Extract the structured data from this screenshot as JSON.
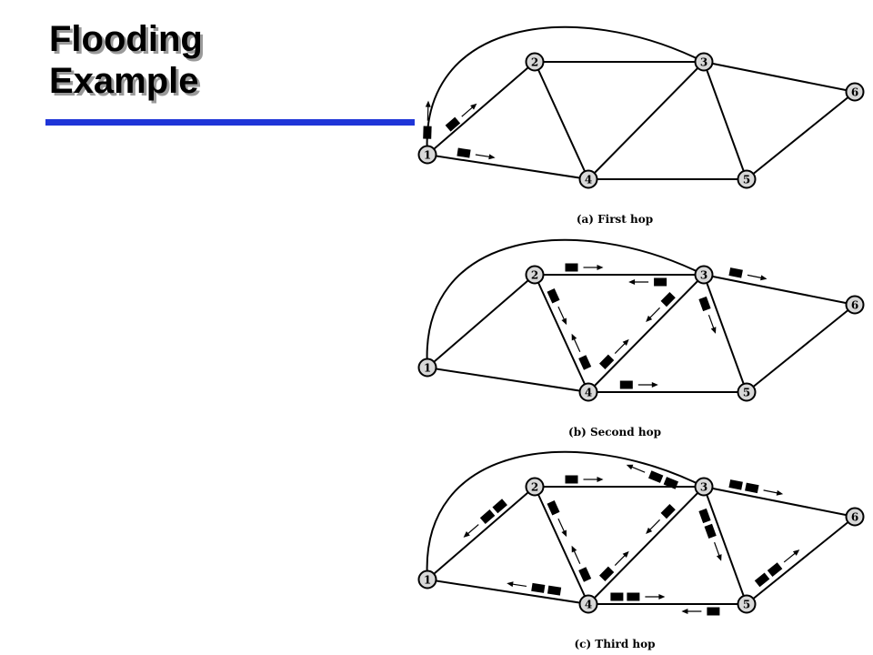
{
  "slide": {
    "title_line1": "Flooding",
    "title_line2": "Example",
    "accent_color": "#1f35d8"
  },
  "diagram": {
    "node_labels": [
      "1",
      "2",
      "3",
      "4",
      "5",
      "6"
    ],
    "edges": [
      [
        "1",
        "2"
      ],
      [
        "1",
        "4"
      ],
      [
        "1",
        "3"
      ],
      [
        "2",
        "3"
      ],
      [
        "2",
        "4"
      ],
      [
        "3",
        "4"
      ],
      [
        "3",
        "5"
      ],
      [
        "3",
        "6"
      ],
      [
        "4",
        "5"
      ],
      [
        "5",
        "6"
      ]
    ],
    "panels": [
      {
        "id": "a",
        "caption": "(a) First hop"
      },
      {
        "id": "b",
        "caption": "(b) Second hop"
      },
      {
        "id": "c",
        "caption": "(c) Third hop"
      }
    ]
  }
}
